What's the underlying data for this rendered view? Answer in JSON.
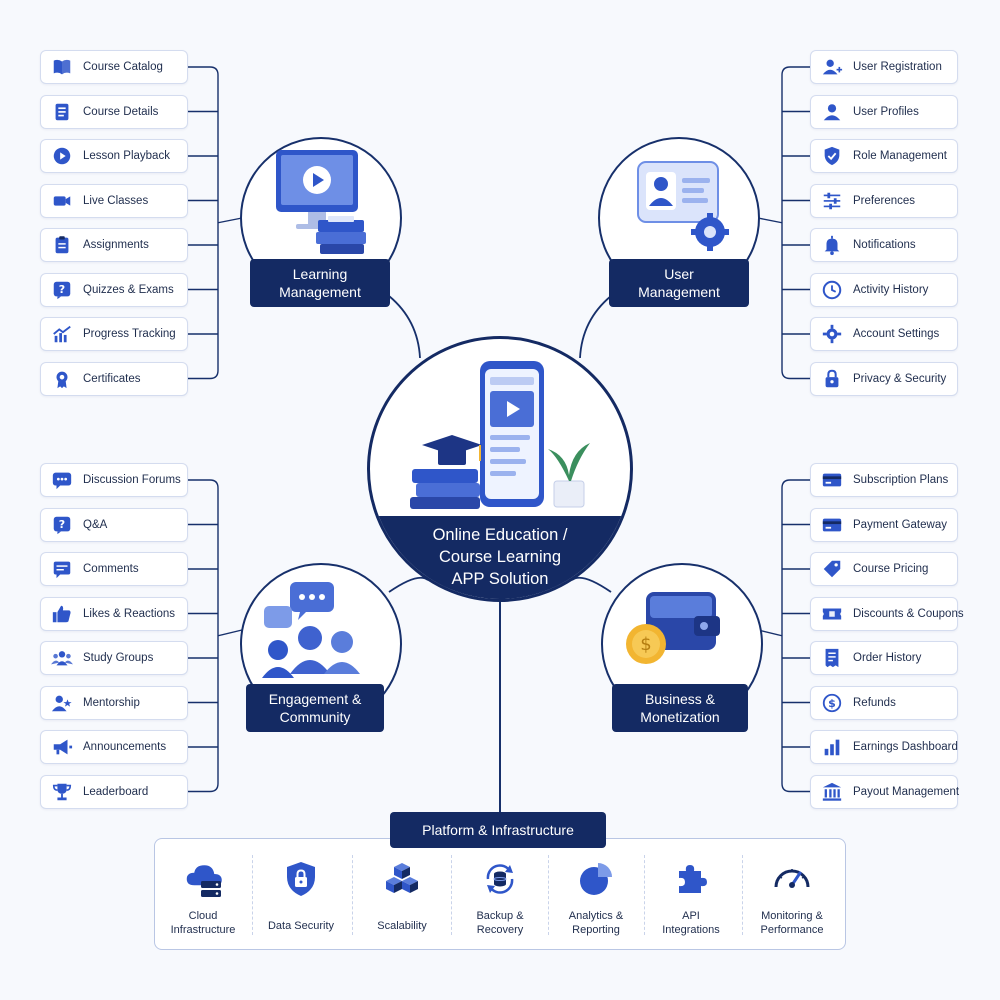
{
  "center": {
    "title_lines": [
      "Online Education /",
      "Course Learning",
      "APP Solution"
    ]
  },
  "hubs": {
    "learning": {
      "title_lines": [
        "Learning",
        "Management"
      ]
    },
    "user": {
      "title_lines": [
        "User",
        "Management"
      ]
    },
    "engagement": {
      "title_lines": [
        "Engagement &",
        "Community"
      ]
    },
    "business": {
      "title_lines": [
        "Business &",
        "Monetization"
      ]
    }
  },
  "learning_items": [
    {
      "label": "Course Catalog",
      "icon": "book-icon"
    },
    {
      "label": "Course Details",
      "icon": "document-icon"
    },
    {
      "label": "Lesson Playback",
      "icon": "play-icon"
    },
    {
      "label": "Live Classes",
      "icon": "video-camera-icon"
    },
    {
      "label": "Assignments",
      "icon": "clipboard-icon"
    },
    {
      "label": "Quizzes & Exams",
      "icon": "question-icon"
    },
    {
      "label": "Progress Tracking",
      "icon": "chart-icon"
    },
    {
      "label": "Certificates",
      "icon": "certificate-icon"
    }
  ],
  "user_items": [
    {
      "label": "User Registration",
      "icon": "user-add-icon"
    },
    {
      "label": "User Profiles",
      "icon": "user-icon"
    },
    {
      "label": "Role Management",
      "icon": "shield-check-icon"
    },
    {
      "label": "Preferences",
      "icon": "sliders-icon"
    },
    {
      "label": "Notifications",
      "icon": "bell-icon"
    },
    {
      "label": "Activity History",
      "icon": "clock-icon"
    },
    {
      "label": "Account Settings",
      "icon": "gear-icon"
    },
    {
      "label": "Privacy & Security",
      "icon": "lock-icon"
    }
  ],
  "engagement_items": [
    {
      "label": "Discussion Forums",
      "icon": "chat-dots-icon"
    },
    {
      "label": "Q&A",
      "icon": "question-icon"
    },
    {
      "label": "Comments",
      "icon": "comment-icon"
    },
    {
      "label": "Likes & Reactions",
      "icon": "thumbs-up-icon"
    },
    {
      "label": "Study Groups",
      "icon": "group-icon"
    },
    {
      "label": "Mentorship",
      "icon": "mentor-icon"
    },
    {
      "label": "Announcements",
      "icon": "megaphone-icon"
    },
    {
      "label": "Leaderboard",
      "icon": "trophy-icon"
    }
  ],
  "business_items": [
    {
      "label": "Subscription Plans",
      "icon": "card-icon"
    },
    {
      "label": "Payment Gateway",
      "icon": "card-icon"
    },
    {
      "label": "Course Pricing",
      "icon": "price-tag-icon"
    },
    {
      "label": "Discounts & Coupons",
      "icon": "coupon-icon"
    },
    {
      "label": "Order History",
      "icon": "receipt-icon"
    },
    {
      "label": "Refunds",
      "icon": "dollar-icon"
    },
    {
      "label": "Earnings Dashboard",
      "icon": "bar-chart-icon"
    },
    {
      "label": "Payout Management",
      "icon": "bank-icon"
    }
  ],
  "platform": {
    "title": "Platform & Infrastructure",
    "items": [
      {
        "lines": [
          "Cloud",
          "Infrastructure"
        ],
        "icon": "cloud-server-icon"
      },
      {
        "lines": [
          "Data Security"
        ],
        "icon": "shield-lock-icon"
      },
      {
        "lines": [
          "Scalability"
        ],
        "icon": "cubes-icon"
      },
      {
        "lines": [
          "Backup &",
          "Recovery"
        ],
        "icon": "backup-icon"
      },
      {
        "lines": [
          "Analytics &",
          "Reporting"
        ],
        "icon": "pie-chart-icon"
      },
      {
        "lines": [
          "API",
          "Integrations"
        ],
        "icon": "puzzle-icon"
      },
      {
        "lines": [
          "Monitoring &",
          "Performance"
        ],
        "icon": "gauge-icon"
      }
    ]
  },
  "colors": {
    "navy": "#142a63",
    "blue": "#2f56c9",
    "light_blue": "#7d9be8",
    "line": "#17306b"
  }
}
